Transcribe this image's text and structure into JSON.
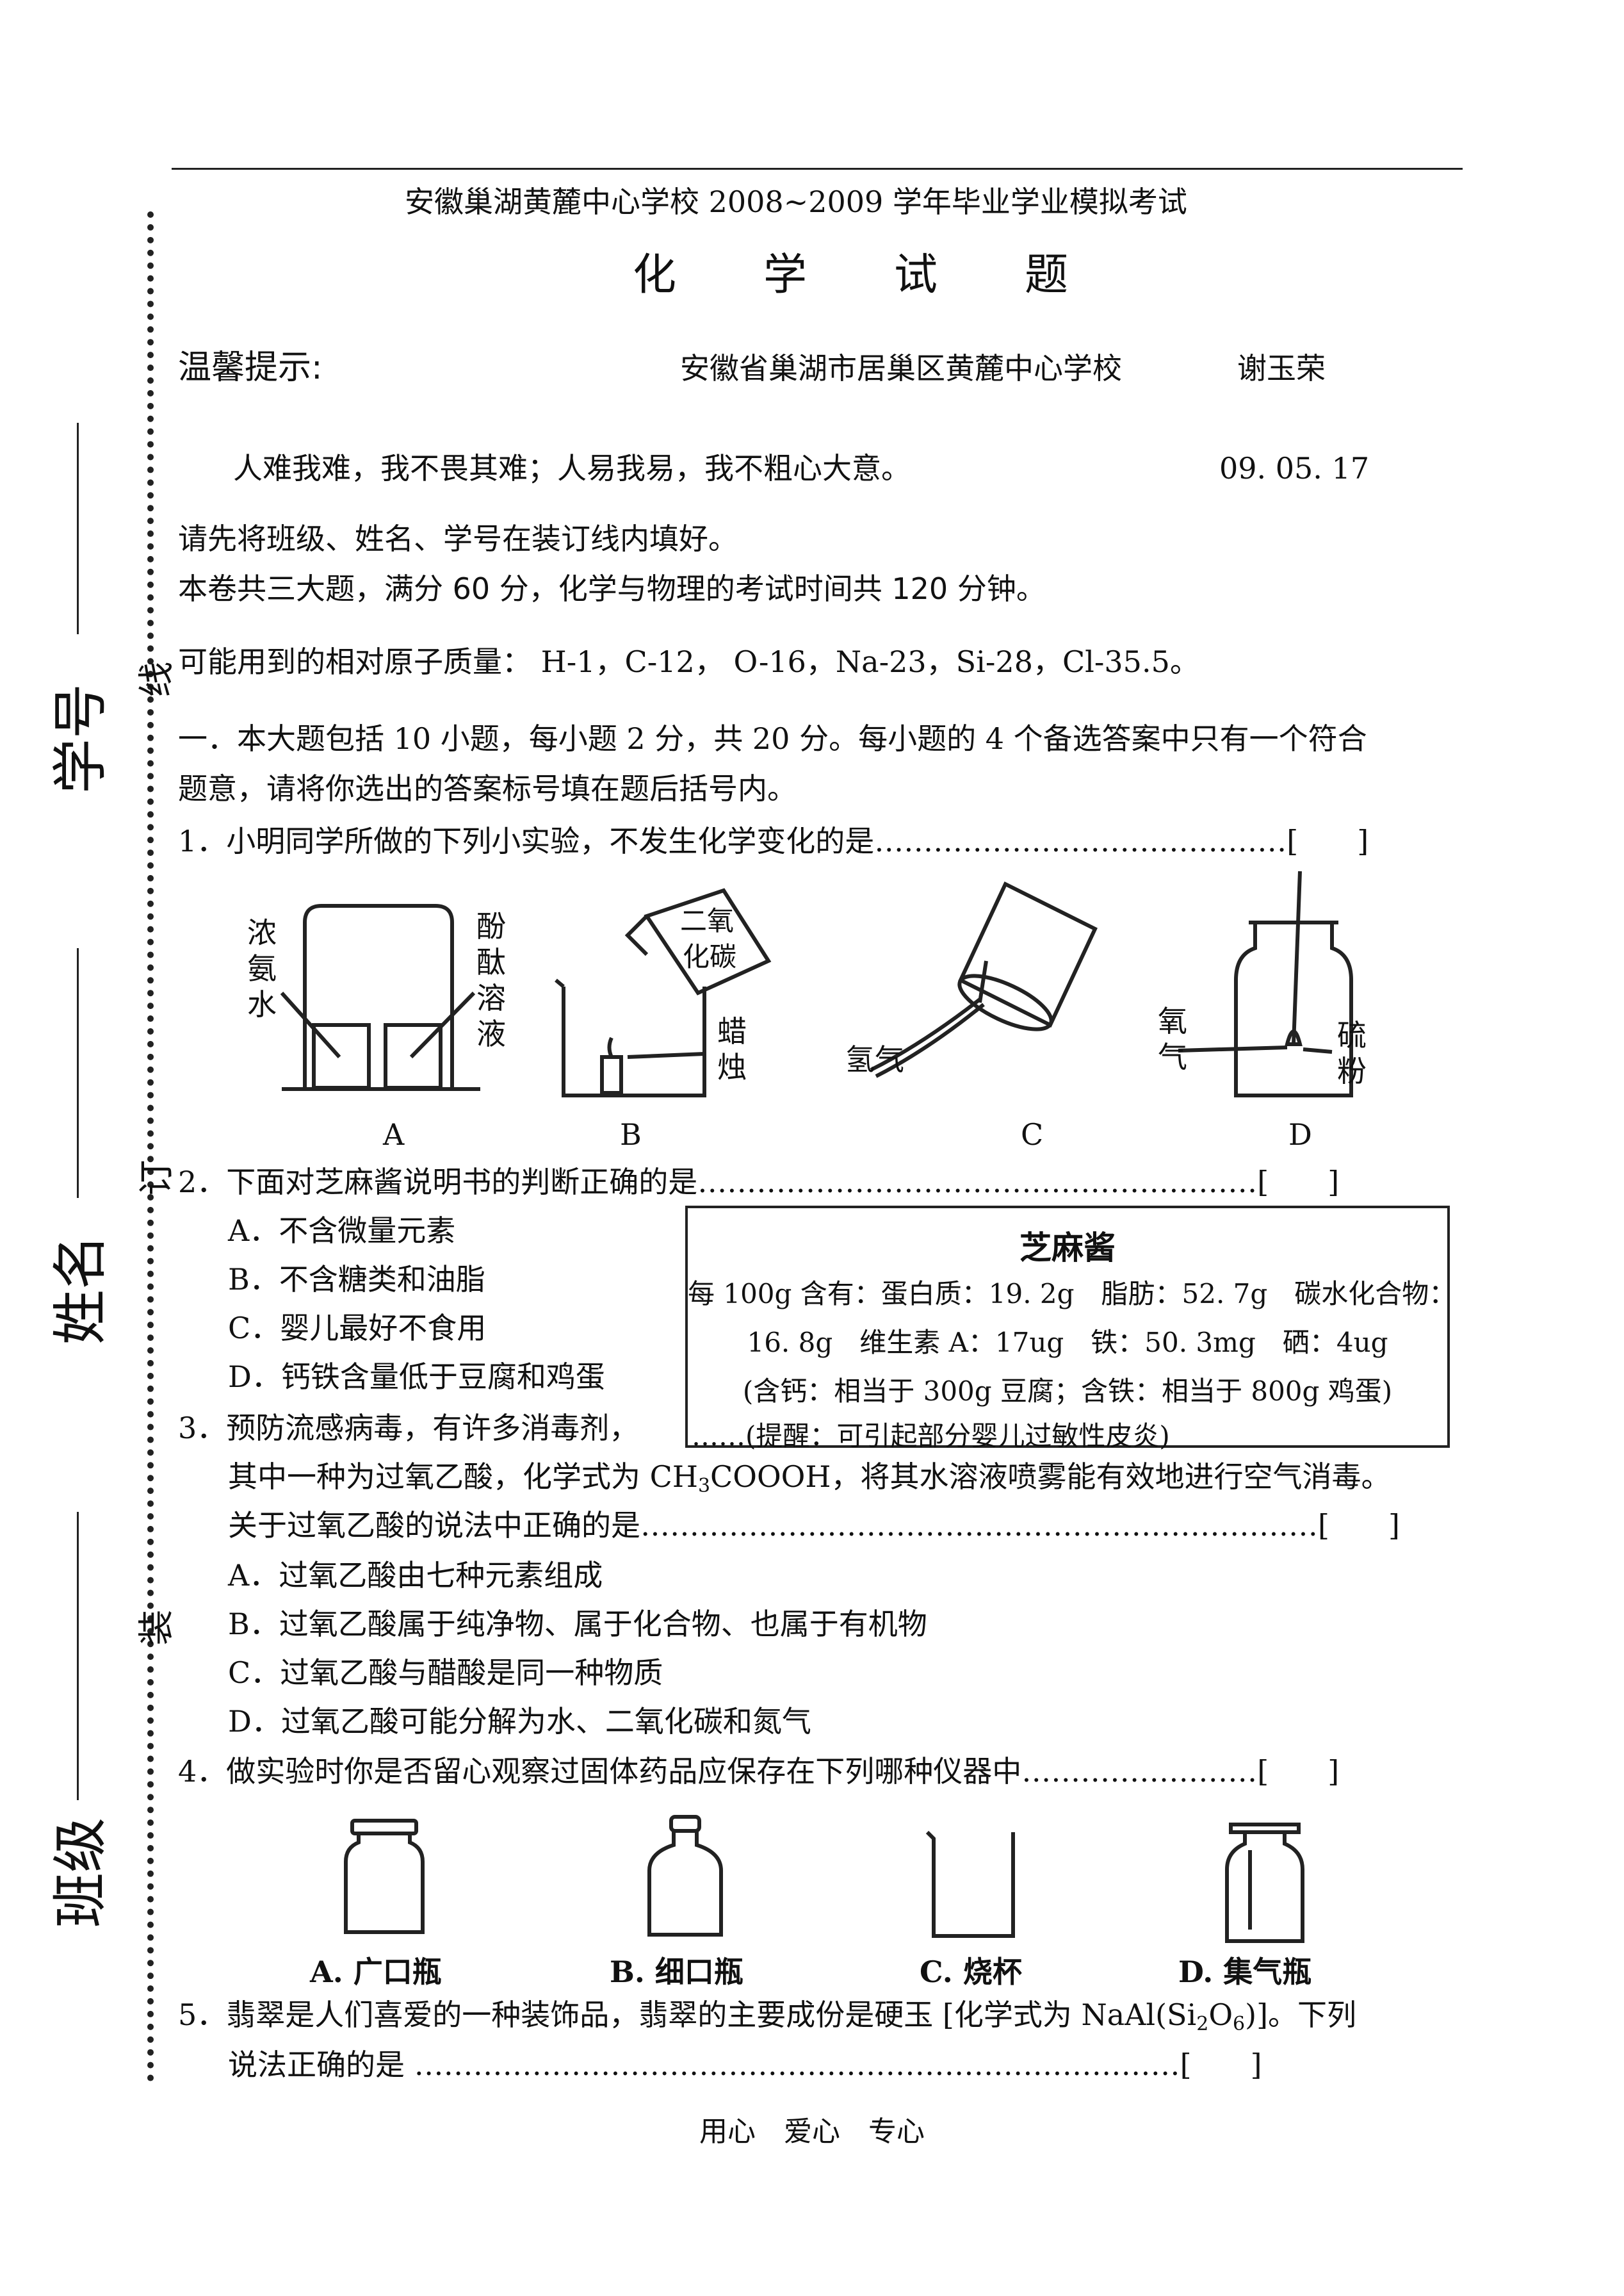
{
  "header": {
    "school_exam": "安徽巢湖黄麓中心学校 2008~2009 学年毕业学业模拟考试",
    "subject": "化　　学　　试　　题",
    "tip_label": "温馨提示:",
    "author_school": "安徽省巢湖市居巢区黄麓中心学校",
    "author_name": "谢玉荣",
    "motto": "人难我难，我不畏其难；人易我易，我不粗心大意。",
    "date": "09. 05. 17",
    "instruction1": "请先将班级、姓名、学号在装订线内填好。",
    "instruction2": "本卷共三大题，满分 60 分，化学与物理的考试时间共 120 分钟。",
    "atomic_masses": "可能用到的相对原子质量：  H-1，C-12，  O-16，Na-23，Si-28，Cl-35.5。"
  },
  "binding": {
    "student_id": "学号",
    "name": "姓名",
    "class": "班级",
    "line": "线",
    "bind": "订",
    "install": "装"
  },
  "section1": {
    "intro_line1": "一．本大题包括 10 小题，每小题 2 分，共 20 分。每小题的 4 个备选答案中只有一个符合",
    "intro_line2": "题意，请将你选出的答案标号填在题后括号内。"
  },
  "q1": {
    "stem": "1．小明同学所做的下列小实验，不发生化学变化的是……………………………………[　　]",
    "labels": {
      "a1": "浓",
      "a2": "氨",
      "a3": "水",
      "p1": "酚",
      "p2": "酞",
      "p3": "溶",
      "p4": "液",
      "co2a": "二氧",
      "co2b": "化碳",
      "candle1": "蜡",
      "candle2": "烛",
      "h2": "氢气",
      "o2a": "氧",
      "o2b": "气",
      "s1": "硫",
      "s2": "粉"
    },
    "options": [
      "A",
      "B",
      "C",
      "D"
    ]
  },
  "q2": {
    "stem": "2．下面对芝麻酱说明书的判断正确的是…………………………………………………[　　]",
    "options": [
      "A．不含微量元素",
      "B．不含糖类和油脂",
      "C．婴儿最好不食用",
      "D．钙铁含量低于豆腐和鸡蛋"
    ],
    "box": {
      "title": "芝麻酱",
      "line1": "每 100g 含有：蛋白质：19. 2g　脂肪：52. 7g　碳水化合物：",
      "line2": "16. 8g　维生素 A：17ug　铁：50. 3mg　硒：4ug",
      "line3": "(含钙：相当于 300g 豆腐；含铁：相当于 800g 鸡蛋)",
      "line4": "……(提醒：可引起部分婴儿过敏性皮炎)"
    }
  },
  "q3": {
    "stem1": "3．预防流感病毒，有许多消毒剂，",
    "stem2a": "其中一种为过氧乙酸，化学式为 CH",
    "stem2_sub": "3",
    "stem2b": "COOOH，将其水溶液喷雾能有效地进行空气消毒。",
    "stem3": "关于过氧乙酸的说法中正确的是……………………………………………………………[　　]",
    "options": [
      "A．过氧乙酸由七种元素组成",
      "B．过氧乙酸属于纯净物、属于化合物、也属于有机物",
      "C．过氧乙酸与醋酸是同一种物质",
      "D．过氧乙酸可能分解为水、二氧化碳和氮气"
    ]
  },
  "q4": {
    "stem": "4．做实验时你是否留心观察过固体药品应保存在下列哪种仪器中……………………[　　]",
    "options": [
      "A. 广口瓶",
      "B. 细口瓶",
      "C. 烧杯",
      "D. 集气瓶"
    ]
  },
  "q5": {
    "stem1a": "5．翡翠是人们喜爱的一种装饰品，翡翠的主要成份是硬玉 [化学式为 NaAl(Si",
    "sub1": "2",
    "stem1b": "O",
    "sub2": "6",
    "stem1c": ")]。下列",
    "stem2": "说法正确的是 ……………………………………………………………………[　　]"
  },
  "footer": "用心　爱心　专心"
}
